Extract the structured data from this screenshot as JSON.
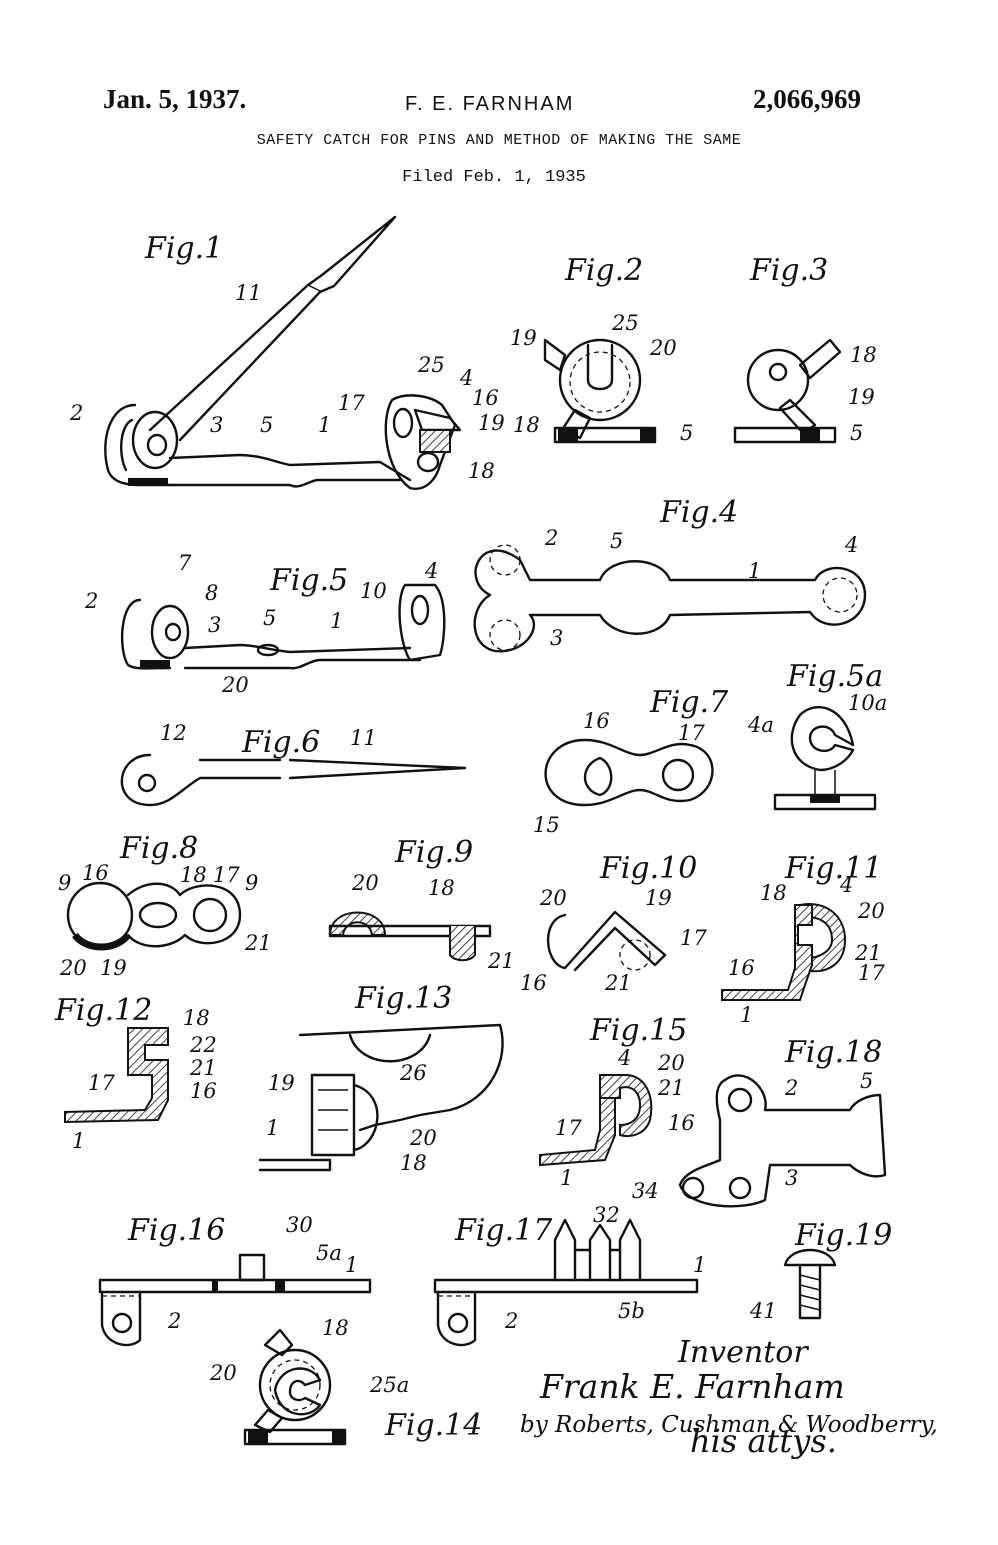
{
  "header": {
    "date": "Jan. 5, 1937.",
    "inventor": "F. E. FARNHAM",
    "patent_number": "2,066,969"
  },
  "title": "SAFETY CATCH FOR PINS AND METHOD OF MAKING THE SAME",
  "filed": "Filed Feb. 1, 1935",
  "figure_labels": {
    "fig1": "Fig.1",
    "fig2": "Fig.2",
    "fig3": "Fig.3",
    "fig4": "Fig.4",
    "fig5": "Fig.5",
    "fig5a": "Fig.5a",
    "fig6": "Fig.6",
    "fig7": "Fig.7",
    "fig8": "Fig.8",
    "fig9": "Fig.9",
    "fig10": "Fig.10",
    "fig11": "Fig.11",
    "fig12": "Fig.12",
    "fig13": "Fig.13",
    "fig14": "Fig.14",
    "fig15": "Fig.15",
    "fig16": "Fig.16",
    "fig17": "Fig.17",
    "fig18": "Fig.18",
    "fig19": "Fig.19"
  },
  "reference_numerals": {
    "fig1": [
      "11",
      "2",
      "3",
      "5",
      "1",
      "17",
      "25",
      "4",
      "16",
      "19",
      "18"
    ],
    "fig2": [
      "19",
      "25",
      "20",
      "18",
      "5"
    ],
    "fig3": [
      "18",
      "19",
      "5"
    ],
    "fig4": [
      "2",
      "5",
      "1",
      "4",
      "3"
    ],
    "fig5": [
      "2",
      "7",
      "8",
      "3",
      "5",
      "1",
      "10",
      "4",
      "20"
    ],
    "fig5a": [
      "4a",
      "10a"
    ],
    "fig6": [
      "12",
      "11"
    ],
    "fig7": [
      "16",
      "17",
      "15"
    ],
    "fig8": [
      "9",
      "16",
      "18",
      "17",
      "9",
      "20",
      "19",
      "21"
    ],
    "fig9": [
      "20",
      "18",
      "21"
    ],
    "fig10": [
      "20",
      "19",
      "17",
      "16",
      "21"
    ],
    "fig11": [
      "18",
      "4",
      "20",
      "21",
      "17",
      "16",
      "1"
    ],
    "fig12": [
      "18",
      "22",
      "21",
      "17",
      "16",
      "1"
    ],
    "fig13": [
      "26",
      "19",
      "1",
      "20",
      "18"
    ],
    "fig14": [
      "18",
      "20",
      "25a"
    ],
    "fig15": [
      "4",
      "20",
      "21",
      "17",
      "16",
      "1"
    ],
    "fig16": [
      "30",
      "5a",
      "1",
      "2"
    ],
    "fig17": [
      "32",
      "1",
      "2",
      "5b"
    ],
    "fig18": [
      "2",
      "5",
      "34",
      "3"
    ],
    "fig19": [
      "41"
    ]
  },
  "signature": {
    "caption": "Inventor",
    "name": "Frank E. Farnham",
    "attorneys": "by Roberts, Cushman & Woodberry,",
    "attys_suffix": "his attys."
  }
}
